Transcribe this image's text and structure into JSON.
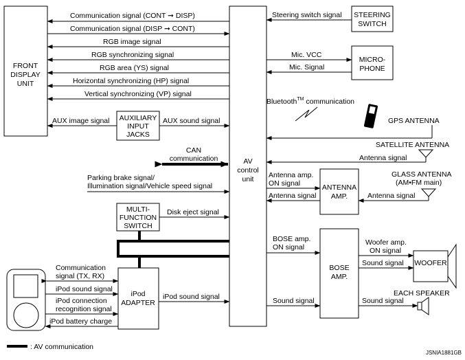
{
  "units": {
    "front_display": [
      "FRONT",
      "DISPLAY",
      "UNIT"
    ],
    "av_control": [
      "AV",
      "control",
      "unit"
    ],
    "steering": [
      "STEERING",
      "SWITCH"
    ],
    "microphone": [
      "MICRO-",
      "PHONE"
    ],
    "aux_jacks": [
      "AUXILIARY",
      "INPUT",
      "JACKS"
    ],
    "multi_function": [
      "MULTI-",
      "FUNCTION",
      "SWITCH"
    ],
    "ipod_adapter": [
      "iPod",
      "ADAPTER"
    ],
    "antenna_amp": [
      "ANTENNA",
      "AMP."
    ],
    "bose_amp": [
      "BOSE",
      "AMP."
    ],
    "woofer": "WOOFER"
  },
  "signals": {
    "comm_cont_disp": "Communication signal (CONT ➞ DISP)",
    "comm_disp_cont": "Communication signal (DISP ➞ CONT)",
    "rgb_image": "RGB image signal",
    "rgb_sync": "RGB synchronizing signal",
    "rgb_area": "RGB area (YS) signal",
    "hp_sync": "Horizontal synchronizing (HP) signal",
    "vp_sync": "Vertical synchronizing (VP) signal",
    "aux_image": "AUX image signal",
    "aux_sound": "AUX sound signal",
    "steering_switch": "Steering switch signal",
    "mic_vcc": "Mic. VCC",
    "mic_signal": "Mic. Signal",
    "bluetooth": "Bluetooth",
    "bluetooth_tm": "TM",
    "bluetooth_suffix": " communication",
    "can_line1": "CAN",
    "can_line2": "communication",
    "parking_line1": "Parking brake signal/",
    "parking_line2": "Illumination signal/Vehicle speed signal",
    "disk_eject": "Disk eject signal",
    "ant_amp_on_1": "Antenna amp.",
    "ant_amp_on_2": "ON signal",
    "antenna_signal_amp_left": "Antenna signal",
    "antenna_signal_amp_right": "Antenna signal",
    "antenna_signal_sat": "Antenna signal",
    "bose_on_1": "BOSE amp.",
    "bose_on_2": "ON signal",
    "woofer_on_1": "Woofer amp.",
    "woofer_on_2": "ON signal",
    "sound_woofer": "Sound signal",
    "sound_speaker": "Sound signal",
    "sound_bose": "Sound signal",
    "ipod_sound_av": "iPod sound signal",
    "ipod_comm_1": "Communication",
    "ipod_comm_2": "signal (TX, RX)",
    "ipod_sound": "iPod sound signal",
    "ipod_conn_1": "iPod connection",
    "ipod_conn_2": "recognition signal",
    "ipod_battery": "iPod battery charge"
  },
  "antennas": {
    "gps": "GPS ANTENNA",
    "satellite": "SATELLITE ANTENNA",
    "glass_1": "GLASS ANTENNA",
    "glass_2": "(AM•FM main)",
    "speaker": "EACH SPEAKER"
  },
  "legend": ": AV communication",
  "figure_id": "JSNIA1881GB"
}
